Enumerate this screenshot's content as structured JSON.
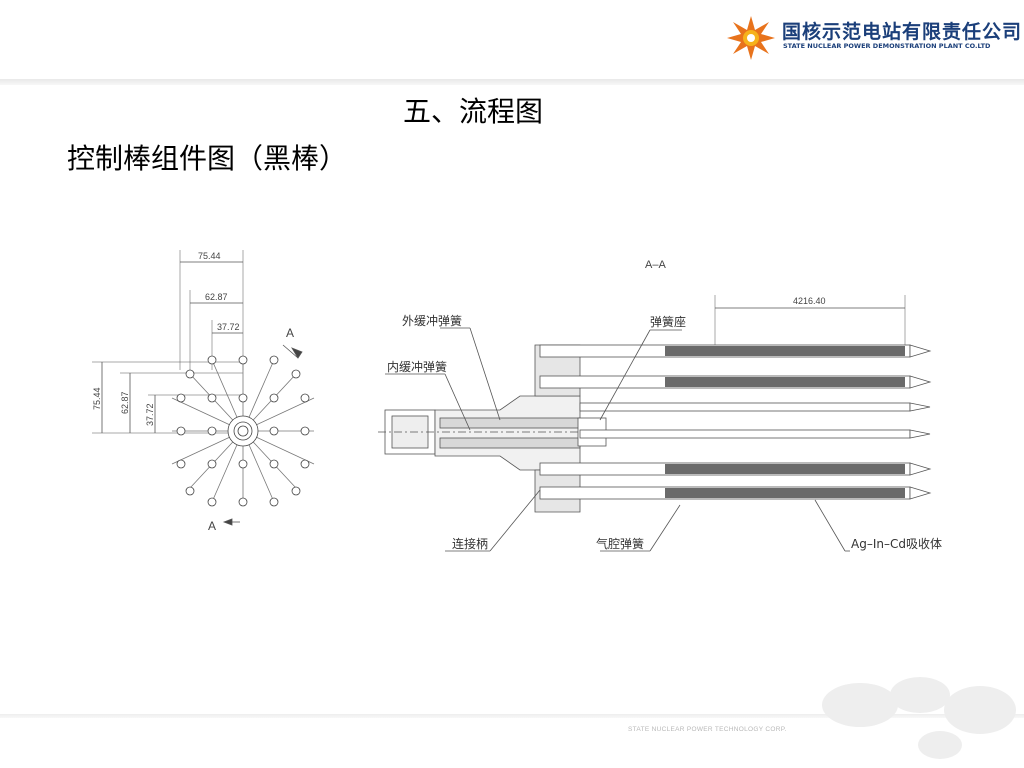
{
  "header": {
    "company_cn": "国核示范电站有限责任公司",
    "company_en": "STATE NUCLEAR POWER DEMONSTRATION PLANT CO.LTD"
  },
  "slide": {
    "section_title": "五、流程图",
    "subtitle": "控制棒组件图（黑棒）"
  },
  "plan_view": {
    "dim_top_outer": "75.44",
    "dim_top_middle": "62.87",
    "dim_top_inner": "37.72",
    "dim_left_outer": "75.44",
    "dim_left_middle": "62.87",
    "dim_left_inner": "37.72",
    "section_marker_top": "A",
    "section_marker_bottom": "A"
  },
  "section_view": {
    "title": "A–A",
    "dim_length": "4216.40",
    "label_outer_spring": "外缓冲弹簧",
    "label_inner_spring": "内缓冲弹簧",
    "label_spring_seat": "弹簧座",
    "label_connector": "连接柄",
    "label_plenum_spring": "气腔弹簧",
    "label_absorber": "Ag–In–Cd吸收体"
  },
  "footer": {
    "text": "STATE NUCLEAR POWER TECHNOLOGY CORP."
  }
}
